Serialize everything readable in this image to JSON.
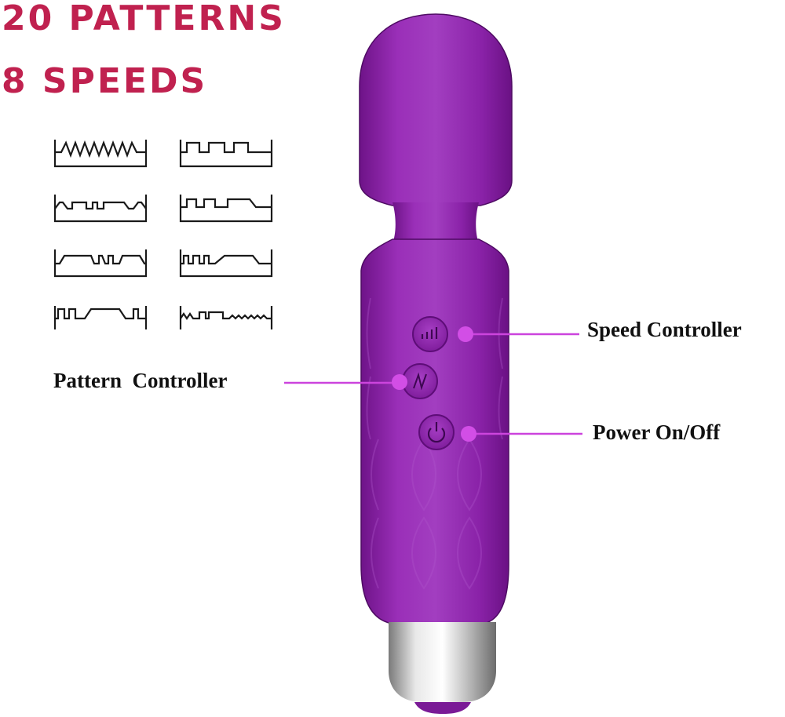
{
  "headline": {
    "line1": "20 PATTERNS",
    "line2": "8 SPEEDS"
  },
  "pattern_icons": {
    "count": 8,
    "names": [
      "zigzag-pattern-icon",
      "square-pulse-pattern-icon",
      "mixed-wave-pattern-icon-1",
      "step-pattern-icon-1",
      "mixed-wave-pattern-icon-2",
      "step-pattern-icon-2",
      "mixed-wave-pattern-icon-3",
      "zigzag-square-mixed-pattern-icon"
    ]
  },
  "callouts": {
    "speed": "Speed Controller",
    "pattern": "Pattern  Controller",
    "power": "Power On/Off"
  },
  "buttons": {
    "speed_icon": "signal-bars-icon",
    "pattern_icon": "wave-icon",
    "power_icon": "power-icon"
  },
  "colors": {
    "headline": "#c0214f",
    "device_purple": "#8a1fa6",
    "callout_line": "#cc44dd",
    "label_text": "#111111",
    "chrome_tip": "#c8c8c8"
  }
}
